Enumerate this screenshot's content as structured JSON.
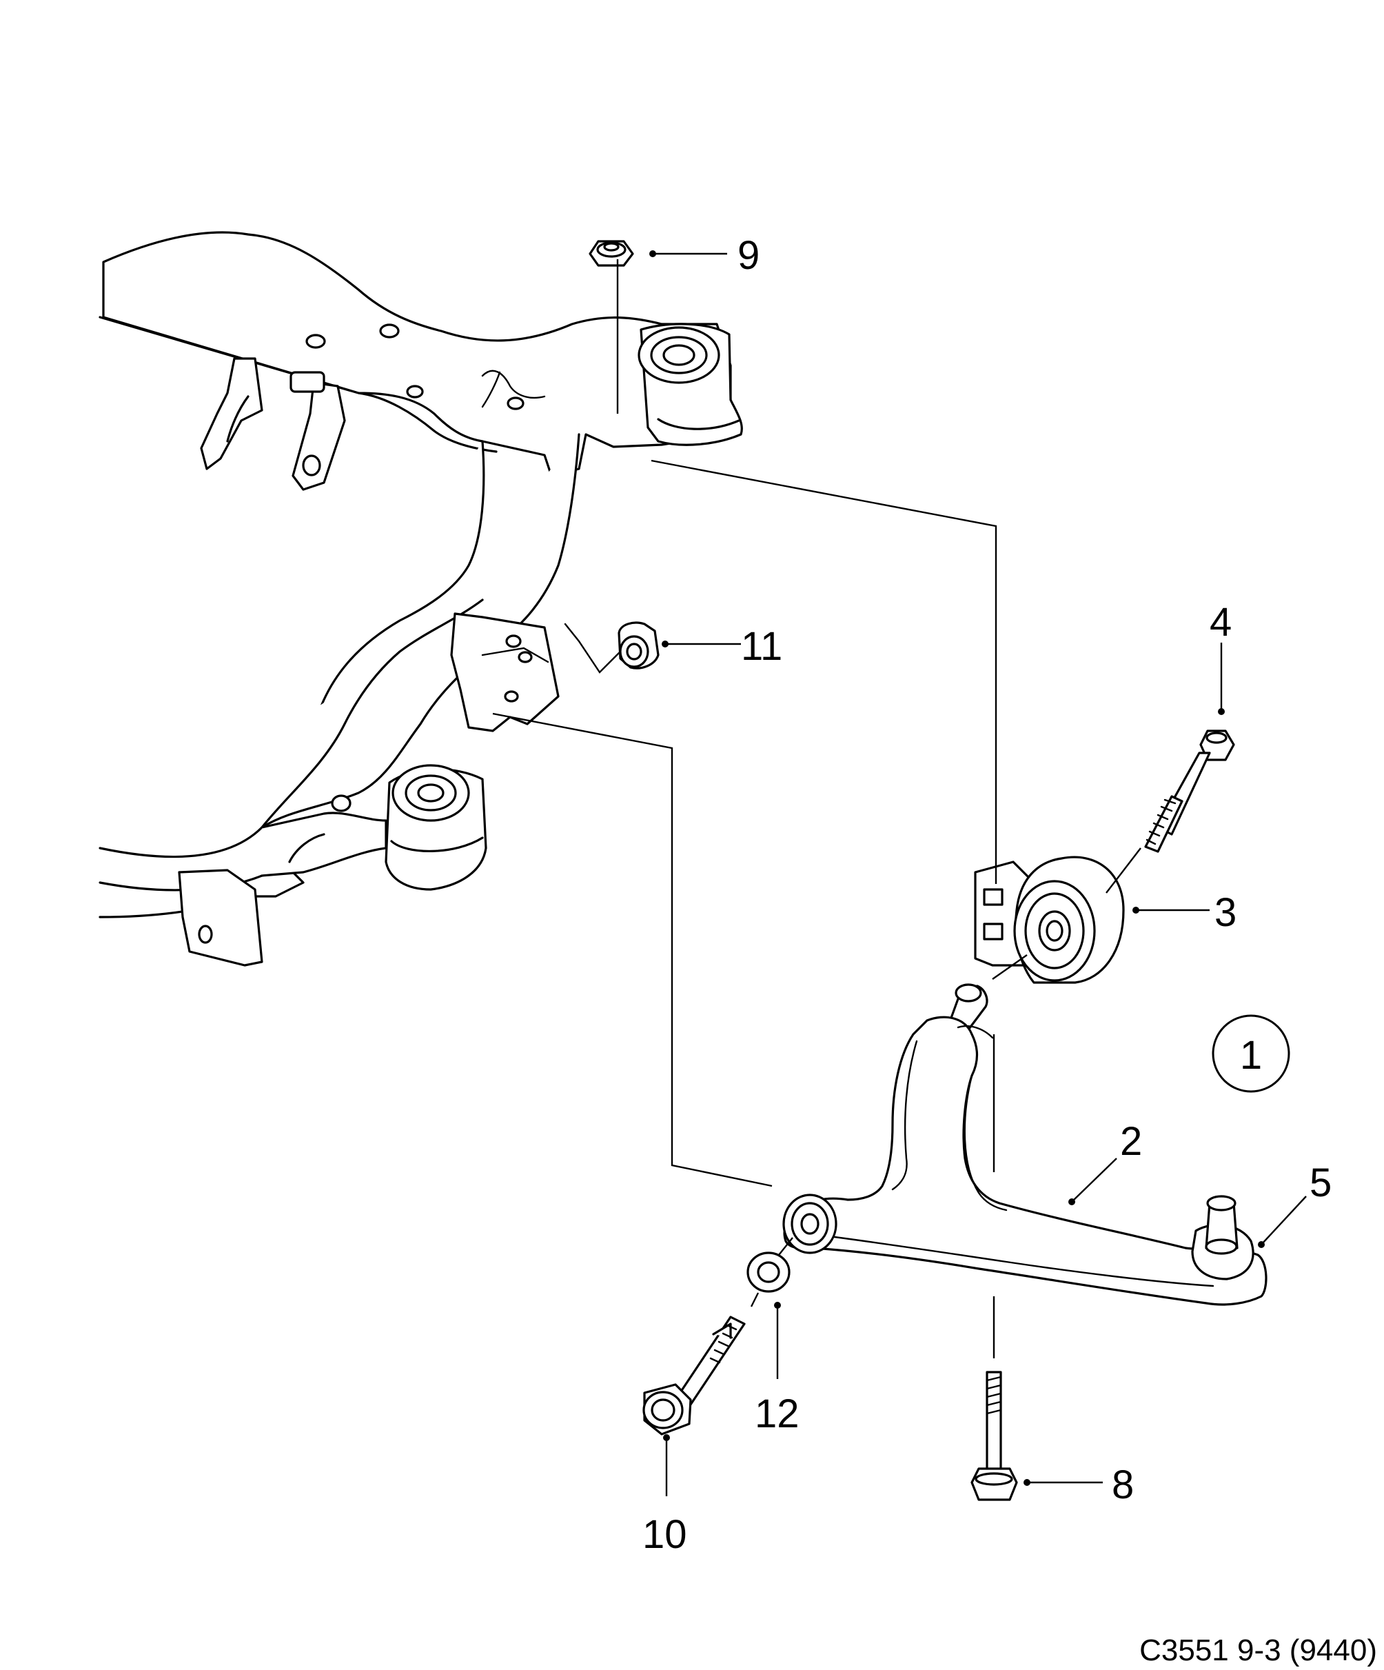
{
  "callouts": {
    "c2": "2",
    "c3": "3",
    "c4": "4",
    "c5": "5",
    "c8": "8",
    "c9": "9",
    "c10": "10",
    "c11": "11",
    "c12": "12"
  },
  "view_marker": "1",
  "reference_code": "C3551 9-3 (9440)"
}
